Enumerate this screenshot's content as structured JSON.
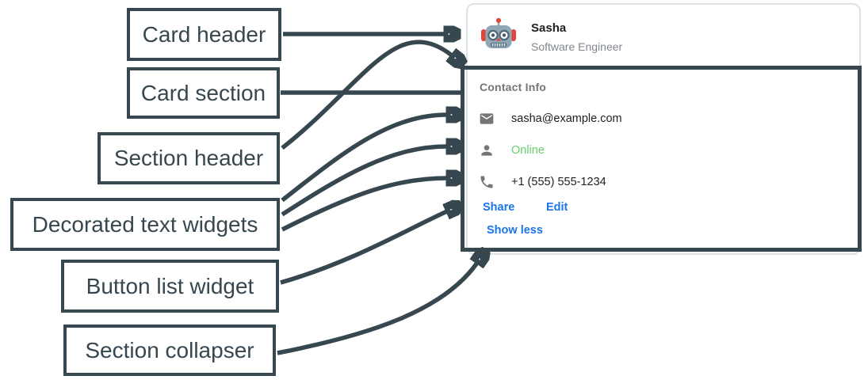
{
  "colors": {
    "ink": "#37474F",
    "card-border": "#DEE1E5",
    "text-primary": "#202124",
    "text-secondary": "#80868B",
    "muted-icon": "#757575",
    "green": "#69CD6E",
    "blue": "#1B74E8"
  },
  "diagram_labels": [
    {
      "text": "Card header"
    },
    {
      "text": "Card section"
    },
    {
      "text": "Section header"
    },
    {
      "text": "Decorated text widgets"
    },
    {
      "text": "Button list widget"
    },
    {
      "text": "Section collapser"
    }
  ],
  "card": {
    "header": {
      "name": "Sasha",
      "role": "Software Engineer",
      "avatar": "robot-avatar"
    },
    "section": {
      "title": "Contact Info",
      "rows": [
        {
          "icon": "mail-icon",
          "text": "sasha@example.com"
        },
        {
          "icon": "person-icon",
          "text": "Online",
          "status_color": "#69CD6E"
        },
        {
          "icon": "phone-icon",
          "text": "+1 (555) 555-1234"
        }
      ],
      "buttons": [
        {
          "label": "Share"
        },
        {
          "label": "Edit"
        }
      ],
      "collapser_label": "Show less"
    }
  }
}
